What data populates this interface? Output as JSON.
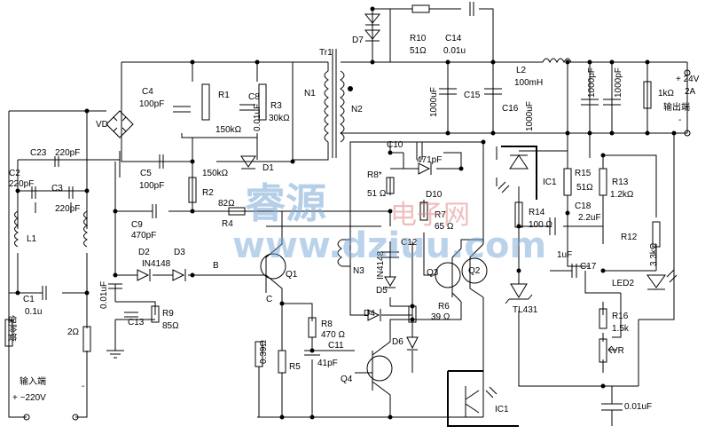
{
  "labels": {
    "D7": "D7",
    "R10": "R10",
    "R10v": "51Ω",
    "C14": "C14",
    "C14v": "0.01u",
    "Tr1": "Tr1",
    "L2": "L2",
    "L2v": "100mH",
    "out24": "+ 24V",
    "out2a": "2A",
    "outcn": "输出端",
    "outminus": "-",
    "C4": "C4",
    "C4v": "100pF",
    "R1": "R1",
    "R1v": "150kΩ",
    "C8": "C8",
    "C8v": "0.01uF",
    "R3": "R3",
    "R3v": "30kΩ",
    "N1": "N1",
    "N2": "N2",
    "C15": "C15",
    "C15v": "1000uF",
    "C16": "C16",
    "C16v": "1000uF",
    "C17a": "1000pF",
    "C17b": "1000pF",
    "R1k": "1kΩ",
    "VD": "VD",
    "C23": "C23",
    "C23v": "220pF",
    "C2": "C2",
    "C2v": "220pF",
    "C3": "C3",
    "C3v": "220pF",
    "C5": "C5",
    "C5v": "100pF",
    "R150k": "150kΩ",
    "D1": "D1",
    "C10": "C10",
    "C10v": "471pF",
    "IC1a": "IC1",
    "R15": "R15",
    "R15v": "51Ω",
    "R13": "R13",
    "R13v": "1.2kΩ",
    "R8s": "R8*",
    "R8sv": "51 Ω",
    "D10": "D10",
    "R2": "R2",
    "R14": "R14",
    "R14v": "100 Ω",
    "C18": "C18",
    "C18v": "2.2uF",
    "L1": "L1",
    "C9": "C9",
    "C9v": "470pF",
    "R82": "82Ω",
    "R4": "R4",
    "R7": "R7",
    "R7v": "65 Ω",
    "R12": "R12",
    "R12v": "3.3kΩ",
    "D2": "D2",
    "D3": "D3",
    "IN4148a": "IN4148",
    "C12": "C12",
    "IN4148b": "IN4148",
    "B": "B",
    "Q1": "Q1",
    "N3": "N3",
    "Q3": "Q3",
    "Q2": "Q2",
    "C1uF": "1uF",
    "C17": "C17",
    "C1": "C1",
    "C1v": "0.1u",
    "C001": "0.01uF",
    "C13": "C13",
    "R9": "R9",
    "R9v": "85Ω",
    "D5": "D5",
    "C": "C",
    "LED2": "LED2",
    "TL431": "TL431",
    "R6": "R6",
    "R6v": "39 Ω",
    "D4": "D4",
    "R16": "R16",
    "R16v": "1.5k",
    "fuse": "保险管",
    "R2ohm": "2Ω",
    "R8": "R8",
    "R8v": "470 Ω",
    "C11": "C11",
    "C11v": "41pF",
    "D6": "D6",
    "R039": "0.39Ω",
    "R5": "R5",
    "VR": "VR",
    "Q4": "Q4",
    "incn": "输入端",
    "in220": "+ ~220V",
    "inminus": "-",
    "IC1b": "IC1",
    "C001b": "0.01uF"
  },
  "watermark": {
    "cn": "睿源",
    "mid": "电子网",
    "url": "www.dziuu.com"
  }
}
